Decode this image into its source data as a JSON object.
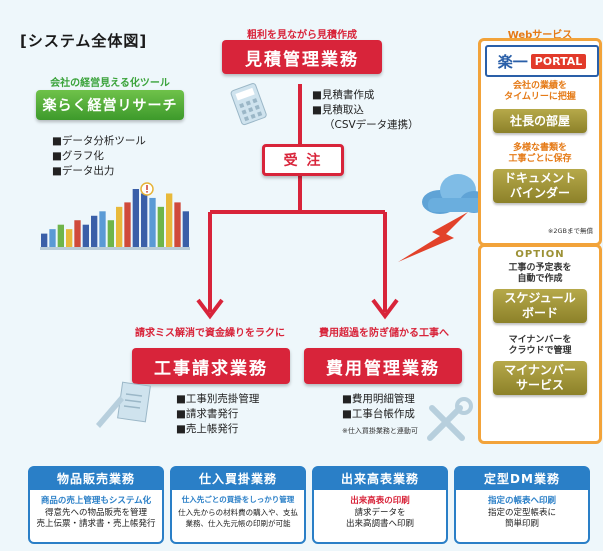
{
  "title": "[システム全体図]",
  "mitsumori": {
    "caption": "粗利を見ながら見積作成",
    "label": "見積管理業務",
    "items": [
      "■見積書作成",
      "■見積取込",
      "（CSVデータ連携）"
    ]
  },
  "juchu": {
    "label": "受 注"
  },
  "keiei": {
    "caption": "会社の経営見える化ツール",
    "label": "楽らく経営リサーチ",
    "items": [
      "■データ分析ツール",
      "■グラフ化",
      "■データ出力"
    ]
  },
  "seikyu": {
    "caption": "請求ミス解消で資金繰りをラクに",
    "label": "工事請求業務",
    "items": [
      "■工事別売掛管理",
      "■請求書発行",
      "■売上帳発行"
    ]
  },
  "hiyo": {
    "caption": "費用超過を防ぎ儲かる工事へ",
    "label": "費用管理業務",
    "items": [
      "■費用明細管理",
      "■工事台帳作成"
    ],
    "note": "※仕入買掛業務と連動可"
  },
  "web": {
    "header": "Webサービス",
    "logo_text": "楽一",
    "logo_portal": "PORTAL",
    "caption1": [
      "会社の業績を",
      "タイムリーに把握"
    ],
    "button1": "社長の部屋",
    "caption2": [
      "多様な書類を",
      "工事ごとに保存"
    ],
    "button2": [
      "ドキュメント",
      "バインダー"
    ],
    "note": "※2GBまで無償"
  },
  "option": {
    "header": "OPTION",
    "caption1": [
      "工事の予定表を",
      "自動で作成"
    ],
    "button1": [
      "スケジュール",
      "ボード"
    ],
    "caption2": [
      "マイナンバーを",
      "クラウドで管理"
    ],
    "button2": [
      "マイナンバー",
      "サービス"
    ]
  },
  "bottom": [
    {
      "title": "物品販売業務",
      "sub": "商品の売上管理もシステム化",
      "desc": [
        "得意先への物品販売を管理",
        "売上伝票・請求書・売上帳発行"
      ]
    },
    {
      "title": "仕入買掛業務",
      "sub": "仕入先ごとの買掛をしっかり管理",
      "desc": [
        "仕入先からの材料費の購入や、支払",
        "業務、仕入先元帳の印刷が可能"
      ]
    },
    {
      "title": "出来高表業務",
      "sub": "出来高表の印刷",
      "desc": [
        "請求データを",
        "出来高調書へ印刷"
      ]
    },
    {
      "title": "定型DM業務",
      "sub": "指定の帳表へ印刷",
      "desc": [
        "指定の定型帳表に",
        "簡単印刷"
      ]
    }
  ],
  "chart_data": {
    "type": "bar",
    "values": [
      3,
      4,
      5,
      4,
      6,
      5,
      7,
      8,
      6,
      9,
      10,
      13,
      12,
      11,
      9,
      12,
      10,
      8
    ],
    "colors": [
      "#3a5fa8",
      "#5a9ad5",
      "#6fb54a",
      "#e8b93a",
      "#d04a3a",
      "#3a5fa8"
    ]
  },
  "colors": {
    "red": "#d8243a",
    "green": "#3d9a2b",
    "orange": "#f2a33a",
    "blue": "#2a7fc7",
    "olive": "#9c9135"
  }
}
